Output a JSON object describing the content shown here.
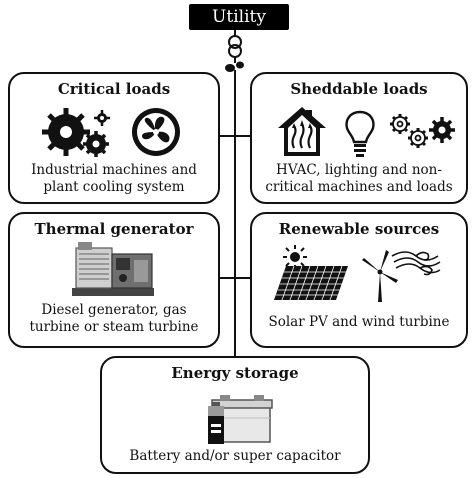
{
  "header": {
    "title": "Utility"
  },
  "cards": {
    "critical": {
      "title": "Critical loads",
      "description_lines": [
        "Industrial machines and",
        "plant cooling system"
      ],
      "icons": [
        "gears-icon",
        "fan-icon"
      ]
    },
    "sheddable": {
      "title": "Sheddable loads",
      "description_lines": [
        "HVAC, lighting and non-",
        "critical machines and loads"
      ],
      "icons": [
        "house-hvac-icon",
        "light-bulb-icon",
        "gears-outline-icon"
      ]
    },
    "thermal": {
      "title": "Thermal generator",
      "description_lines": [
        "Diesel generator, gas",
        "turbine or steam turbine"
      ],
      "icons": [
        "diesel-generator-icon"
      ]
    },
    "renewable": {
      "title": "Renewable sources",
      "description_lines": [
        "Solar PV and wind turbine"
      ],
      "icons": [
        "sun-icon",
        "solar-panel-icon",
        "wind-turbine-icon"
      ]
    },
    "storage": {
      "title": "Energy storage",
      "description_lines": [
        "Battery and/or super capacitor"
      ],
      "icons": [
        "battery-icon",
        "car-battery-icon"
      ]
    }
  },
  "colors": {
    "line": "#111111",
    "background": "#ffffff",
    "title_bg": "#000000",
    "title_text": "#ffffff"
  }
}
